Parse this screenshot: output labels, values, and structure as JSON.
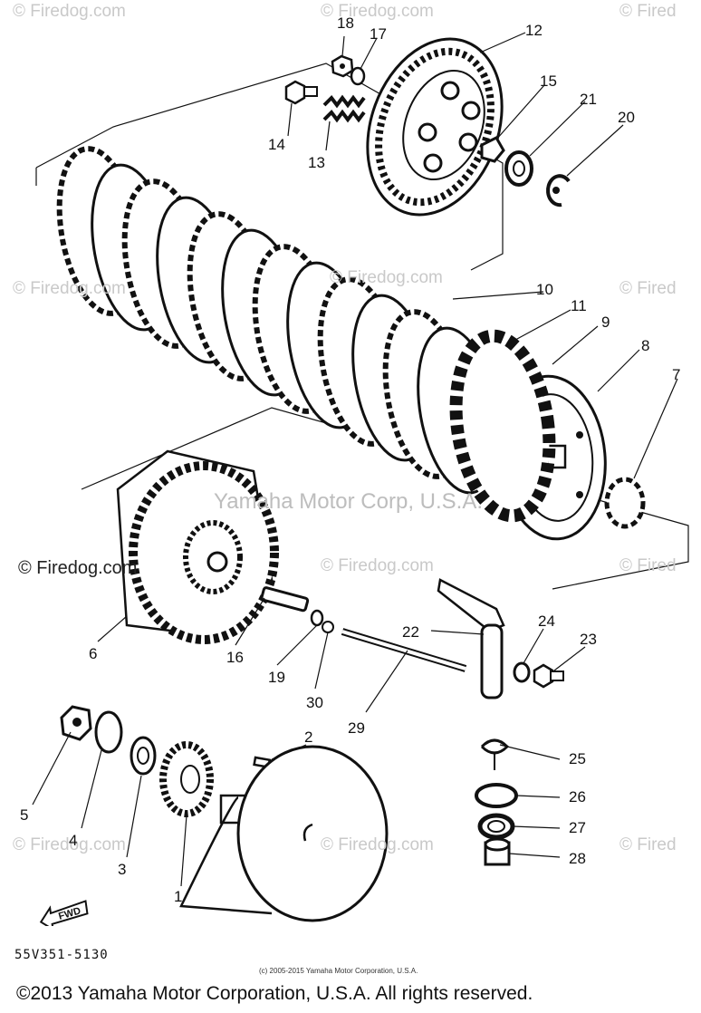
{
  "watermarks": {
    "site_text": "© Firedog.com",
    "top_left": "© Firedog.com",
    "top_mid": "© Firedog.com",
    "top_right": "© Fired",
    "mid_left": "© Firedog.com",
    "mid_center": "© Firedog.com",
    "mid_right": "© Fired",
    "low_center": "© Firedog.com",
    "low_right": "© Fired",
    "bottom_left": "© Firedog.com",
    "bottom_center": "© Firedog.com",
    "bottom_right": "© Fired",
    "overlay_text": "Yamaha Motor Corp, U.S.A."
  },
  "callouts": [
    "1",
    "2",
    "3",
    "4",
    "5",
    "6",
    "7",
    "8",
    "9",
    "10",
    "11",
    "12",
    "13",
    "14",
    "15",
    "16",
    "17",
    "18",
    "19",
    "20",
    "21",
    "22",
    "23",
    "24",
    "25",
    "26",
    "27",
    "28",
    "29",
    "30"
  ],
  "callout_labels": {
    "c1": "1",
    "c2": "2",
    "c3": "3",
    "c4": "4",
    "c5": "5",
    "c6": "6",
    "c7": "7",
    "c8": "8",
    "c9": "9",
    "c10": "10",
    "c11": "11",
    "c12": "12",
    "c13": "13",
    "c14": "14",
    "c15": "15",
    "c16": "16",
    "c17": "17",
    "c18": "18",
    "c19": "19",
    "c20": "20",
    "c21": "21",
    "c22": "22",
    "c23": "23",
    "c24": "24",
    "c25": "25",
    "c26": "26",
    "c27": "27",
    "c28": "28",
    "c29": "29",
    "c30": "30"
  },
  "fwd_label": "FWD",
  "drawing_code": "55V351-5130",
  "small_copyright": "(c) 2005-2015 Yamaha Motor Corporation, U.S.A.",
  "copyright": "©2013 Yamaha Motor Corporation, U.S.A. All rights reserved."
}
